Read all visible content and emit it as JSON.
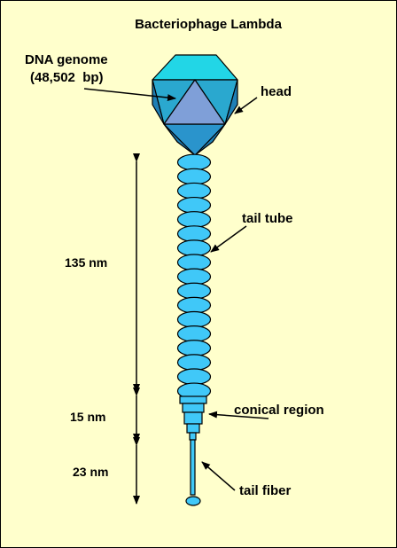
{
  "title": "Bacteriophage Lambda",
  "labels": {
    "dna_genome": "DNA genome",
    "dna_size": "(48,502  bp)",
    "head": "head",
    "tail_tube": "tail tube",
    "conical_region": "conical region",
    "tail_fiber": "tail fiber"
  },
  "dimensions": {
    "tail_tube": "135 nm",
    "conical_region": "15 nm",
    "tail_fiber": "23 nm"
  },
  "tail_tube_segment_count": 17,
  "colors": {
    "background": "#ffffcc",
    "head_light": "#22d6e6",
    "head_mid": "#2aa8cf",
    "head_dark": "#1f7fb5",
    "head_center": "#7f9fd8",
    "tail": "#40c8f8",
    "outline": "#000000"
  }
}
